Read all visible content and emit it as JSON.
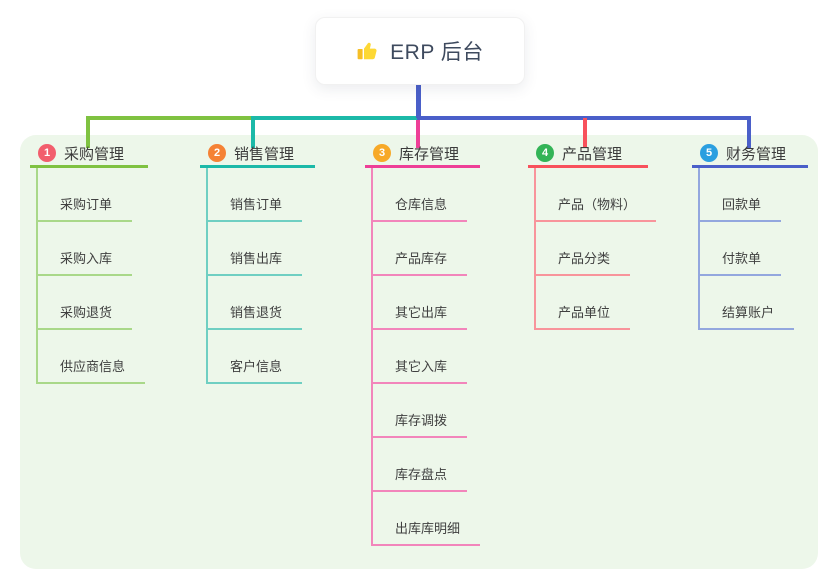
{
  "root": {
    "label": "ERP 后台",
    "icon": "thumbs-up-icon"
  },
  "colors": {
    "trunk_blue": "#4a5fc9",
    "panel_background": "#edf7ea",
    "bus_green": "#7fc241",
    "bus_teal": "#1cb9a8",
    "bus_pink": "#ee3f97",
    "bus_red": "#f8515c"
  },
  "branches": [
    {
      "index": "1",
      "label": "采购管理",
      "badge_color": "#f25e6d",
      "line_color": "#7fc241",
      "child_line_color": "#a9d889",
      "children": [
        "采购订单",
        "采购入库",
        "采购退货",
        "供应商信息"
      ]
    },
    {
      "index": "2",
      "label": "销售管理",
      "badge_color": "#f58235",
      "line_color": "#1cb9a8",
      "child_line_color": "#6fcfc2",
      "children": [
        "销售订单",
        "销售出库",
        "销售退货",
        "客户信息"
      ]
    },
    {
      "index": "3",
      "label": "库存管理",
      "badge_color": "#f7a928",
      "line_color": "#ee3f97",
      "child_line_color": "#f285bb",
      "children": [
        "仓库信息",
        "产品库存",
        "其它出库",
        "其它入库",
        "库存调拨",
        "库存盘点",
        "出库库明细"
      ]
    },
    {
      "index": "4",
      "label": "产品管理",
      "badge_color": "#33b457",
      "line_color": "#f8515c",
      "child_line_color": "#f8949b",
      "children": [
        "产品（物料）",
        "产品分类",
        "产品单位"
      ]
    },
    {
      "index": "5",
      "label": "财务管理",
      "badge_color": "#2b9fe0",
      "line_color": "#4a5fc9",
      "child_line_color": "#93a7de",
      "children": [
        "回款单",
        "付款单",
        "结算账户"
      ]
    }
  ]
}
